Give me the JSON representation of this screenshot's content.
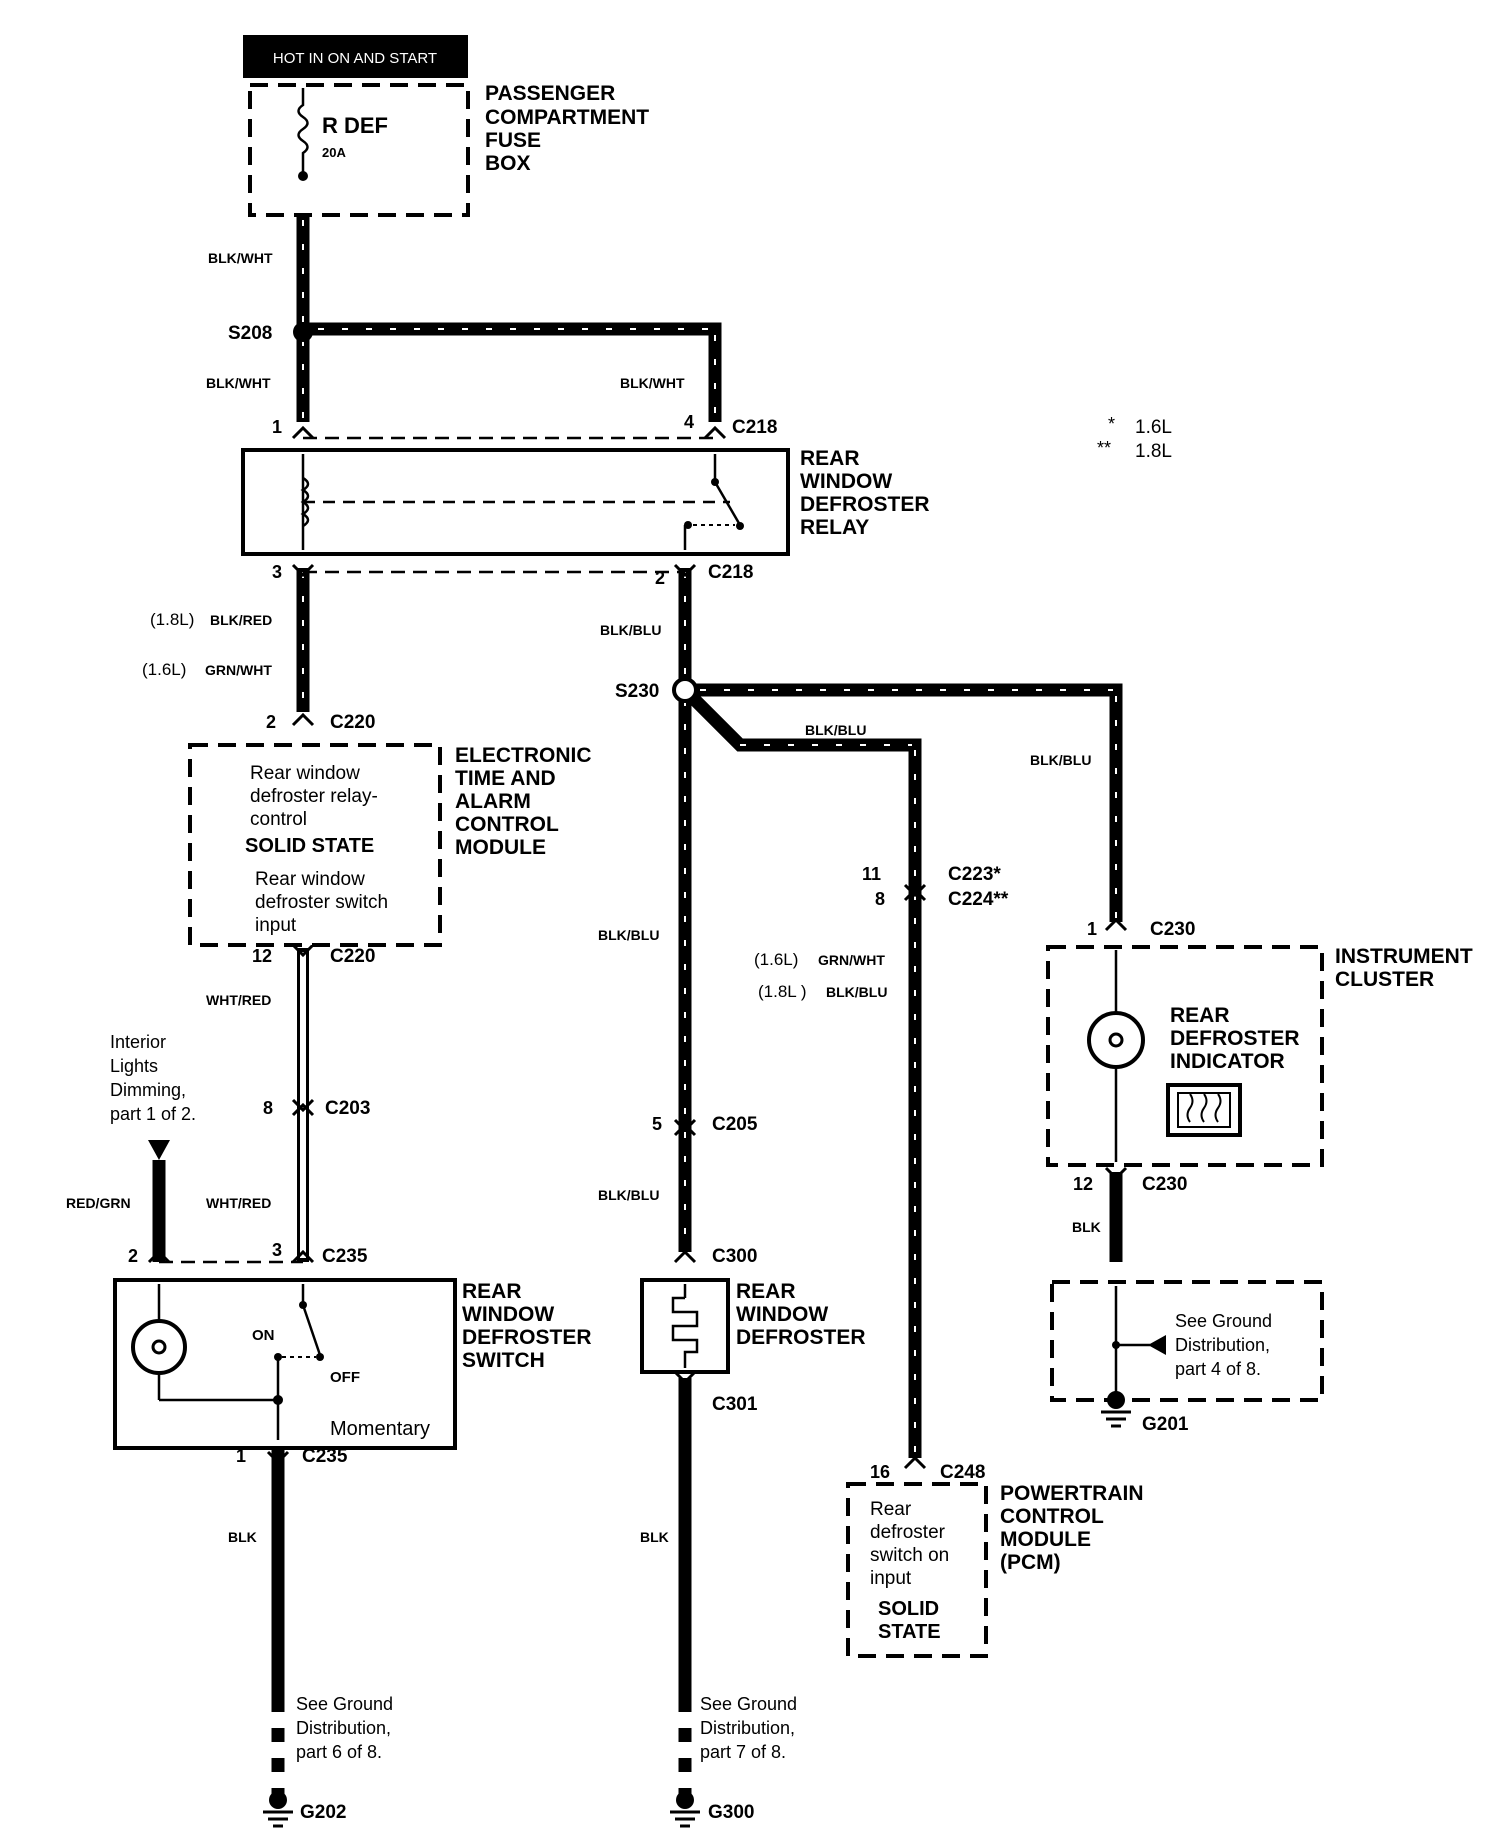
{
  "header_banner": "HOT IN ON AND START",
  "fuse_box": {
    "fuse_name": "R DEF",
    "fuse_rating": "20A",
    "title": [
      "PASSENGER",
      "COMPARTMENT",
      "FUSE",
      "BOX"
    ]
  },
  "engine_legend": [
    {
      "mark": "*",
      "text": "1.6L"
    },
    {
      "mark": "**",
      "text": "1.8L"
    }
  ],
  "splices": {
    "s208": "S208",
    "s230": "S230"
  },
  "relay": {
    "title": [
      "REAR",
      "WINDOW",
      "DEFROSTER",
      "RELAY"
    ]
  },
  "etacm": {
    "title": [
      "ELECTRONIC",
      "TIME AND",
      "ALARM",
      "CONTROL",
      "MODULE"
    ],
    "text1": [
      "Rear window",
      "defroster relay-",
      "control"
    ],
    "solid_state": "SOLID STATE",
    "text2": [
      "Rear window",
      "defroster switch",
      "input"
    ]
  },
  "switch": {
    "title": [
      "REAR",
      "WINDOW",
      "DEFROSTER",
      "SWITCH"
    ],
    "on": "ON",
    "off": "OFF",
    "momentary": "Momentary"
  },
  "interior_ref": [
    "Interior",
    "Lights",
    "Dimming,",
    "part 1 of 2."
  ],
  "defroster": {
    "title": [
      "REAR",
      "WINDOW",
      "DEFROSTER"
    ]
  },
  "cluster": {
    "title": [
      "INSTRUMENT",
      "CLUSTER"
    ],
    "indicator": [
      "REAR",
      "DEFROSTER",
      "INDICATOR"
    ]
  },
  "pcm": {
    "title": [
      "POWERTRAIN",
      "CONTROL",
      "MODULE",
      "(PCM)"
    ],
    "text": [
      "Rear",
      "defroster",
      "switch on",
      "input"
    ],
    "solid_state": [
      "SOLID",
      "STATE"
    ]
  },
  "grounds": {
    "g202": "G202",
    "g300": "G300",
    "g201": "G201",
    "ref_g202": [
      "See Ground",
      "Distribution,",
      "part 6 of 8."
    ],
    "ref_g300": [
      "See Ground",
      "Distribution,",
      "part 7 of 8."
    ],
    "ref_g201": [
      "See Ground",
      "Distribution,",
      "part 4 of 8."
    ]
  },
  "connectors": {
    "c218": "C218",
    "c220": "C220",
    "c203": "C203",
    "c235": "C235",
    "c205": "C205",
    "c300": "C300",
    "c301": "C301",
    "c223": "C223*",
    "c224": "C224**",
    "c230": "C230",
    "c248": "C248"
  },
  "pins": {
    "relay_1": "1",
    "relay_4": "4",
    "relay_3": "3",
    "relay_2": "2",
    "c220_2": "2",
    "c220_12": "12",
    "c203_8": "8",
    "c235_2": "2",
    "c235_3": "3",
    "c235_1": "1",
    "c205_5": "5",
    "c223_11": "11",
    "c224_8": "8",
    "c230_1": "1",
    "c230_12": "12",
    "c248_16": "16"
  },
  "wires": {
    "fuse_s208": "BLK/WHT",
    "s208_relay1": "BLK/WHT",
    "s208_relay4": "BLK/WHT",
    "relay3_18": "(1.8L)",
    "relay3_18_color": "BLK/RED",
    "relay3_16": "(1.6L)",
    "relay3_16_color": "GRN/WHT",
    "relay2_s230": "BLK/BLU",
    "s230_pcm": "BLK/BLU",
    "s230_cluster": "BLK/BLU",
    "s230_c205": "BLK/BLU",
    "c205_c300": "BLK/BLU",
    "pcm_16": "(1.6L)",
    "pcm_16_color": "GRN/WHT",
    "pcm_18": "(1.8L )",
    "pcm_18_color": "BLK/BLU",
    "c220_c203": "WHT/RED",
    "c203_c235": "WHT/RED",
    "interior_c235": "RED/GRN",
    "c235_g202": "BLK",
    "c301_g300": "BLK",
    "c230_g201": "BLK"
  }
}
